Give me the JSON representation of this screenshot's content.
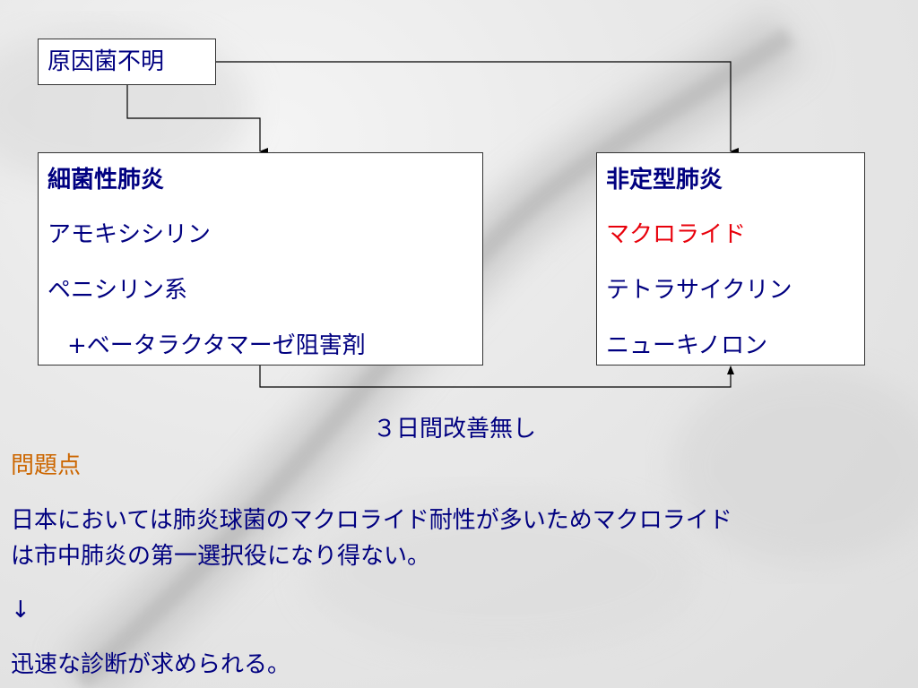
{
  "source_box": {
    "label": "原因菌不明"
  },
  "bacterial_box": {
    "title": "細菌性肺炎",
    "items": [
      "アモキシシリン",
      "ペニシリン系",
      "+ベータラクタマーゼ阻害剤"
    ]
  },
  "atypical_box": {
    "title": "非定型肺炎",
    "items": [
      "マクロライド",
      "テトラサイクリン",
      "ニューキノロン"
    ]
  },
  "transition_label": "３日間改善無し",
  "problem": {
    "heading": "問題点",
    "line1": "日本においては肺炎球菌のマクロライド耐性が多いためマクロライド",
    "line2": "は市中肺炎の第一選択役になり得ない。",
    "arrow": "↓",
    "conclusion": "迅速な診断が求められる。"
  },
  "colors": {
    "text": "#000080",
    "highlight": "#e8000b",
    "heading": "#cc6600"
  }
}
